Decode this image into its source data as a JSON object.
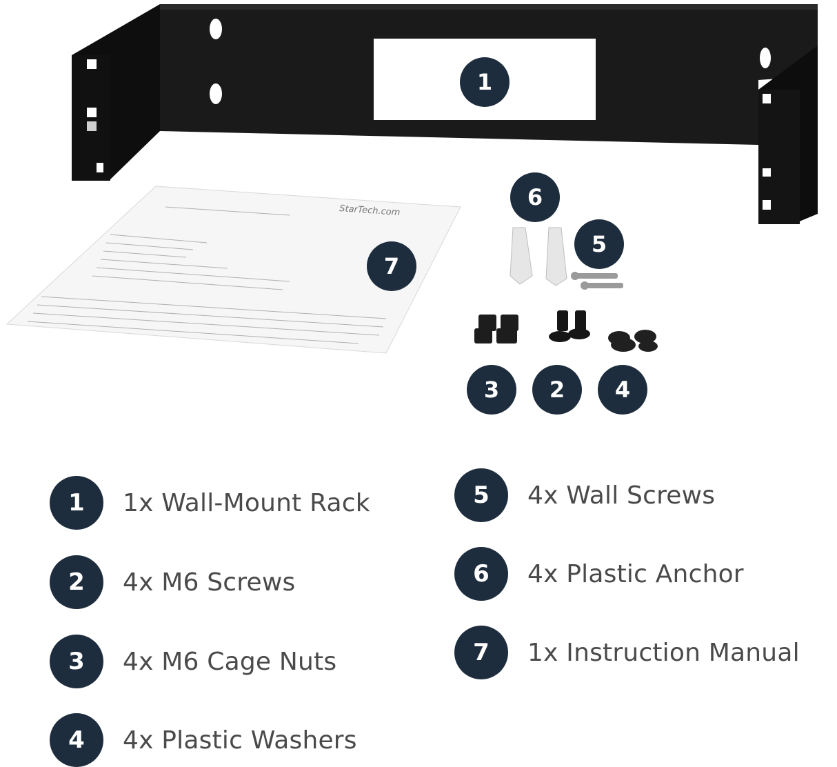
{
  "colors": {
    "badge": "#1e2d3d",
    "rack": "#151515",
    "label_text": "#4a4a4a"
  },
  "diagram_badges": [
    "1",
    "2",
    "3",
    "4",
    "5",
    "6",
    "7"
  ],
  "manual_logo": "StarTech.com",
  "legend": [
    {
      "number": "1",
      "label": "1x Wall-Mount Rack"
    },
    {
      "number": "2",
      "label": "4x M6 Screws"
    },
    {
      "number": "3",
      "label": "4x M6 Cage Nuts"
    },
    {
      "number": "4",
      "label": "4x Plastic Washers"
    },
    {
      "number": "5",
      "label": "4x Wall Screws"
    },
    {
      "number": "6",
      "label": "4x Plastic Anchor"
    },
    {
      "number": "7",
      "label": "1x Instruction Manual"
    }
  ]
}
